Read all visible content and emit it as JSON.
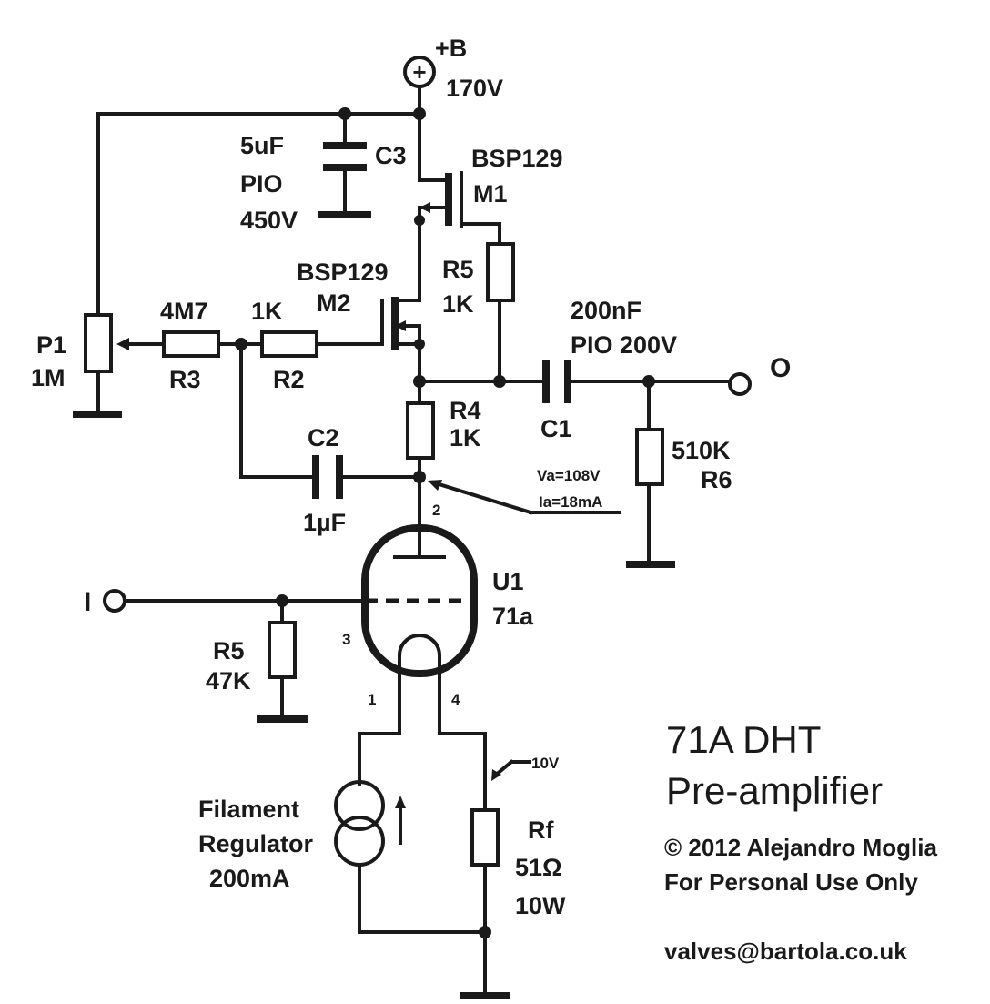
{
  "supply": {
    "name": "+B",
    "voltage": "170V",
    "symbol": "+"
  },
  "components": {
    "c3": {
      "value": "5uF",
      "type": "PIO",
      "rating": "450V",
      "ref": "C3"
    },
    "m1": {
      "part": "BSP129",
      "ref": "M1"
    },
    "m2": {
      "part": "BSP129",
      "ref": "M2"
    },
    "r5_top": {
      "ref": "R5",
      "value": "1K"
    },
    "c1": {
      "value": "200nF",
      "spec": "PIO 200V",
      "ref": "C1"
    },
    "p1": {
      "ref": "P1",
      "value": "1M"
    },
    "r3": {
      "value": "4M7",
      "ref": "R3"
    },
    "r2": {
      "value": "1K",
      "ref": "R2"
    },
    "r4": {
      "ref": "R4",
      "value": "1K"
    },
    "r6": {
      "value": "510K",
      "ref": "R6"
    },
    "c2": {
      "ref": "C2",
      "value": "1µF"
    },
    "u1": {
      "ref": "U1",
      "part": "71a",
      "pins": {
        "plate": "2",
        "grid": "3",
        "fil1": "1",
        "fil2": "4"
      }
    },
    "r5_grid": {
      "ref": "R5",
      "value": "47K"
    },
    "rf": {
      "ref": "Rf",
      "value": "51Ω",
      "rating": "10W",
      "voltage": "10V"
    },
    "filament_reg": {
      "line1": "Filament",
      "line2": "Regulator",
      "line3": "200mA"
    }
  },
  "operating_point": {
    "va": "Va=108V",
    "ia": "Ia=18mA"
  },
  "ports": {
    "output": "O",
    "input": "I"
  },
  "title": {
    "line1": "71A DHT",
    "line2": "Pre-amplifier"
  },
  "footer": {
    "copyright": "© 2012 Alejandro Moglia",
    "license": "For Personal Use Only",
    "email": "valves@bartola.co.uk"
  }
}
